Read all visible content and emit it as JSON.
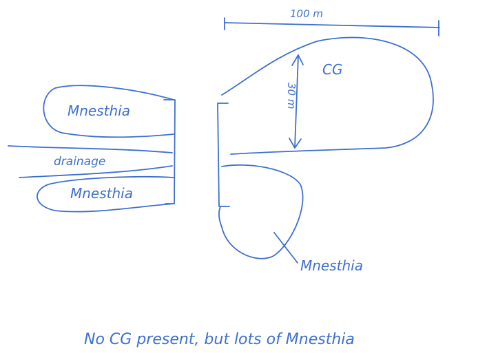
{
  "colors": {
    "ink": "#3d6fd1",
    "background": "#ffffff"
  },
  "labels": {
    "scale": "100 m",
    "scale_vertical": "30 m",
    "cg": "CG",
    "mnesthia_top_left": "Mnesthia",
    "drainage": "drainage",
    "mnesthia_bottom_left": "Mnesthia",
    "mnesthia_callout": "Mnesthia"
  },
  "note": "No CG present, but lots of Mnesthia"
}
